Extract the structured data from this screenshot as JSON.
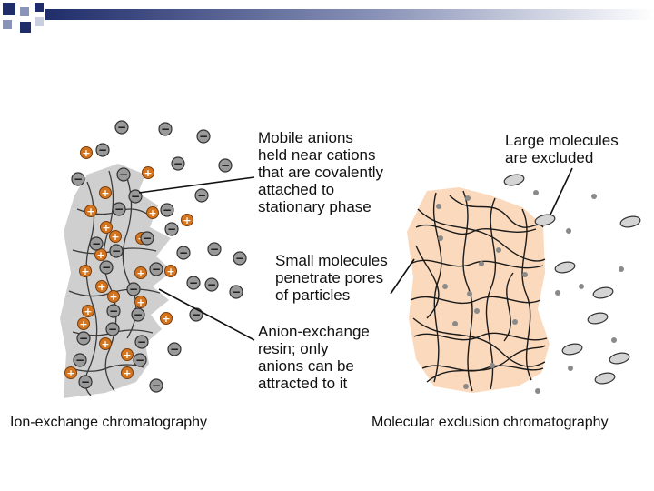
{
  "header_bar": {
    "accent": "#1f2d6b",
    "light": "#8a93b8"
  },
  "ion_exchange": {
    "caption": "Ion-exchange chromatography",
    "labels": {
      "mobile_anions": "Mobile anions\nheld near cations\nthat are covalently\nattached to\nstationary phase",
      "resin": "Anion-exchange\nresin; only\nanions can be\nattracted to it"
    },
    "colors": {
      "resin": "#cfcfcf",
      "cation": "#d3741f",
      "anion": "#9a9a9a"
    },
    "cation_symbol": "+",
    "anion_symbol": "−"
  },
  "molecular_exclusion": {
    "caption": "Molecular exclusion chromatography",
    "labels": {
      "large_molecules": "Large molecules\nare excluded",
      "small_molecules": "Small molecules\npenetrate pores\nof particles"
    },
    "colors": {
      "gel": "#fbd9bc",
      "large_molecule": "#d4d4d4",
      "small_molecule": "#8a8a8a"
    }
  }
}
